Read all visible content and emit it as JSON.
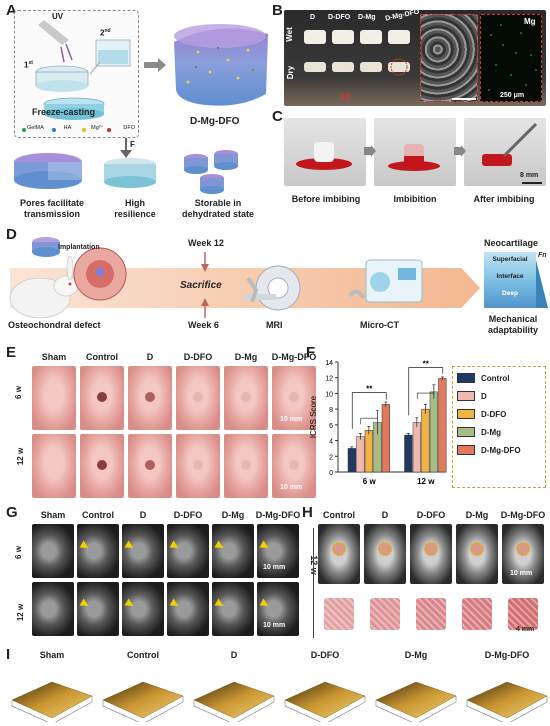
{
  "panels": {
    "a": "A",
    "b": "B",
    "c": "C",
    "d": "D",
    "e": "E",
    "f": "F",
    "g": "G",
    "h": "H",
    "i": "I"
  },
  "panelA": {
    "uv": "UV",
    "first": "1",
    "first_sup": "st",
    "second": "2",
    "second_sup": "nd",
    "freeze": "Freeze-casting",
    "legend": [
      "GelMA",
      "HA",
      "Mg²⁺",
      "DFO"
    ],
    "scaffold": "D-Mg-DFO",
    "force": "F",
    "features": [
      "Pores  facilitate transmission",
      "High resilience",
      "Storable in dehydrated state"
    ]
  },
  "panelB": {
    "rows": [
      "Wet",
      "Dry"
    ],
    "cols": [
      "D",
      "D-DFO",
      "D-Mg",
      "D-Mg-DFO"
    ],
    "mg": "Mg",
    "scale": "250 μm",
    "ruler": "10"
  },
  "panelC": {
    "stages": [
      "Before imbibing",
      "Imbibition",
      "After imbibing"
    ],
    "scale": "8 mm"
  },
  "panelD": {
    "implant": "Implantation",
    "defect": "Osteochondral defect",
    "week12": "Week 12",
    "week6": "Week 6",
    "sacrifice": "Sacrifice",
    "mri": "MRI",
    "ct": "Micro-CT",
    "neo": "Neocartilage",
    "layers": [
      "Superfacial",
      "Interface",
      "Deep"
    ],
    "fn": "Fn",
    "mech": "Mechanical adaptability"
  },
  "panelE": {
    "cols": [
      "Sham",
      "Control",
      "D",
      "D-DFO",
      "D-Mg",
      "D-Mg-DFO"
    ],
    "rows": [
      "6 w",
      "12 w"
    ],
    "scale": "10 mm"
  },
  "panelG": {
    "cols": [
      "Sham",
      "Control",
      "D",
      "D-DFO",
      "D-Mg",
      "D-Mg-DFO"
    ],
    "rows": [
      "6 w",
      "12 w"
    ],
    "scale": "10 mm"
  },
  "panelH": {
    "cols": [
      "Control",
      "D",
      "D-DFO",
      "D-Mg",
      "D-Mg-DFO"
    ],
    "row": "12 w",
    "scale1": "10 mm",
    "scale2": "4 mm"
  },
  "panelI": {
    "cols": [
      "Sham",
      "Control",
      "D",
      "D-DFO",
      "D-Mg",
      "D-Mg-DFO"
    ]
  },
  "chart_data": {
    "type": "bar",
    "categories": [
      "6 w",
      "12 w"
    ],
    "ylabel": "ICRS Score",
    "ylim": [
      0,
      14
    ],
    "yticks": [
      0,
      2,
      4,
      6,
      8,
      10,
      12,
      14
    ],
    "series": [
      {
        "name": "Control",
        "values": [
          3.0,
          4.7
        ],
        "errors": [
          0.2,
          0.2
        ],
        "color": "#1f3b63"
      },
      {
        "name": "D",
        "values": [
          4.5,
          6.3
        ],
        "errors": [
          0.4,
          0.6
        ],
        "color": "#f0b8ae"
      },
      {
        "name": "D-DFO",
        "values": [
          5.3,
          8.0
        ],
        "errors": [
          0.5,
          0.6
        ],
        "color": "#f3b244"
      },
      {
        "name": "D-Mg",
        "values": [
          6.3,
          10.2
        ],
        "errors": [
          1.5,
          0.9
        ],
        "color": "#a8bd86"
      },
      {
        "name": "D-Mg-DFO",
        "values": [
          8.6,
          11.9
        ],
        "errors": [
          0.3,
          0.2
        ],
        "color": "#e2795c"
      }
    ],
    "annotations": [
      "**",
      "**"
    ],
    "legend_placement": "right"
  }
}
